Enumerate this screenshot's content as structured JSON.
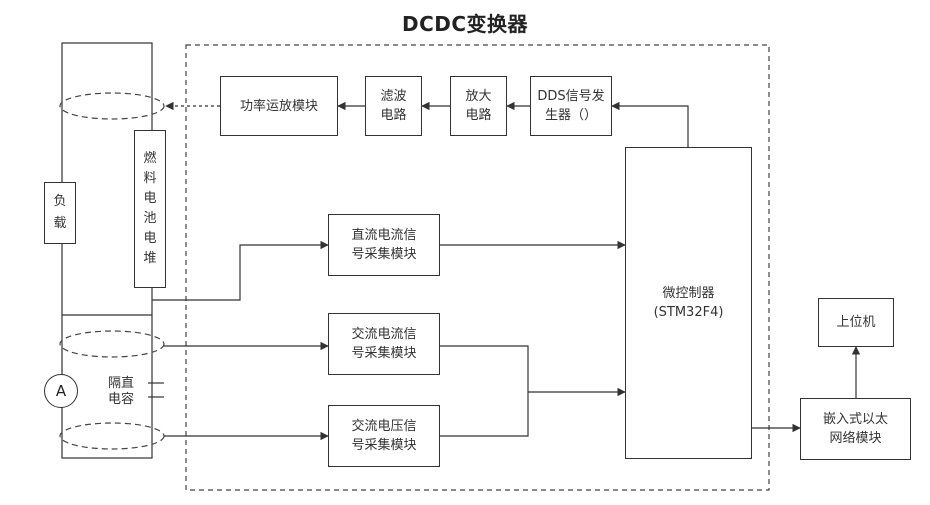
{
  "diagram": {
    "title": "DCDC变换器",
    "blocks": {
      "power_amp": "功率运放模块",
      "filter": "滤波\n电路",
      "amplifier": "放大\n电路",
      "dds": "DDS信号发\n生器（）",
      "mcu": "微控制器\n(STM32F4)",
      "dc_current": "直流电流信\n号采集模块",
      "ac_current": "交流电流信\n号采集模块",
      "ac_voltage": "交流电压信\n号采集模块",
      "load": "负\n载",
      "fuel_cell": "燃\n料\n电\n池\n电\n堆",
      "ethernet": "嵌入式以太\n网络模块",
      "host": "上位机",
      "ammeter": "A",
      "capacitor": "隔直\n电容"
    }
  }
}
